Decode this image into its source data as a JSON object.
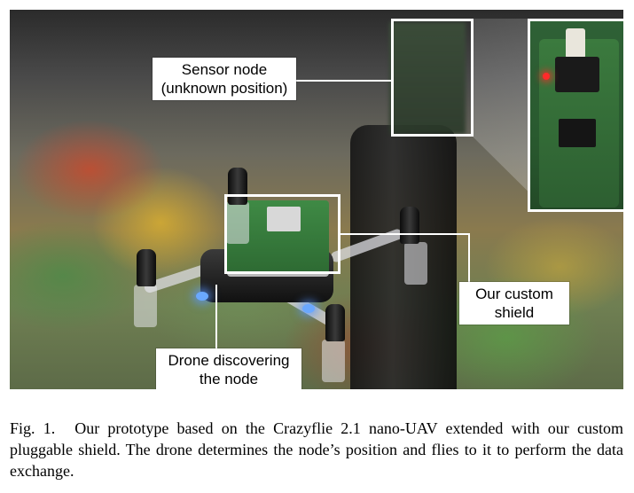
{
  "figure": {
    "callouts": {
      "sensor_node": [
        "Sensor node",
        "(unknown position)"
      ],
      "custom_shield": [
        "Our custom",
        "shield"
      ],
      "drone": [
        "Drone discovering",
        "the node"
      ]
    }
  },
  "caption": {
    "label": "Fig. 1.",
    "text": "Our prototype based on the Crazyflie 2.1 nano-UAV extended with our custom pluggable shield. The drone determines the node’s position and flies to it to perform the data exchange."
  }
}
